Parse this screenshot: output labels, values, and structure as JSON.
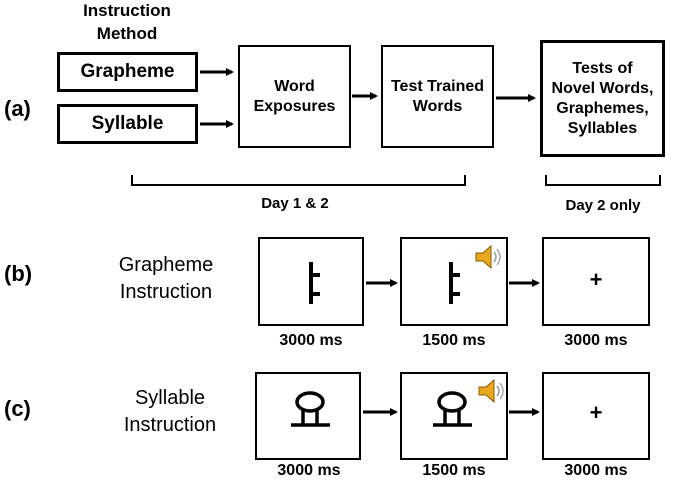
{
  "panel_a": {
    "label": "(a)",
    "method_heading": "Instruction\nMethod",
    "method_options": [
      "Grapheme",
      "Syllable"
    ],
    "word_exposures": "Word\nExposures",
    "test_trained": "Test Trained\nWords",
    "tests_novel": "Tests of\nNovel Words,\nGraphemes,\nSyllables",
    "bracket_days_label": "Day 1 & 2",
    "bracket_day2_label": "Day 2 only"
  },
  "panel_b": {
    "label": "(b)",
    "instruction": "Grapheme\nInstruction",
    "timings": [
      "3000 ms",
      "1500 ms",
      "3000 ms"
    ],
    "fixation": "+"
  },
  "panel_c": {
    "label": "(c)",
    "instruction": "Syllable\nInstruction",
    "timings": [
      "3000 ms",
      "1500 ms",
      "3000 ms"
    ],
    "fixation": "+"
  },
  "icons": {
    "speaker": "speaker-icon",
    "grapheme_glyph": "grapheme-glyph-icon",
    "syllable_glyph": "syllable-glyph-icon"
  }
}
